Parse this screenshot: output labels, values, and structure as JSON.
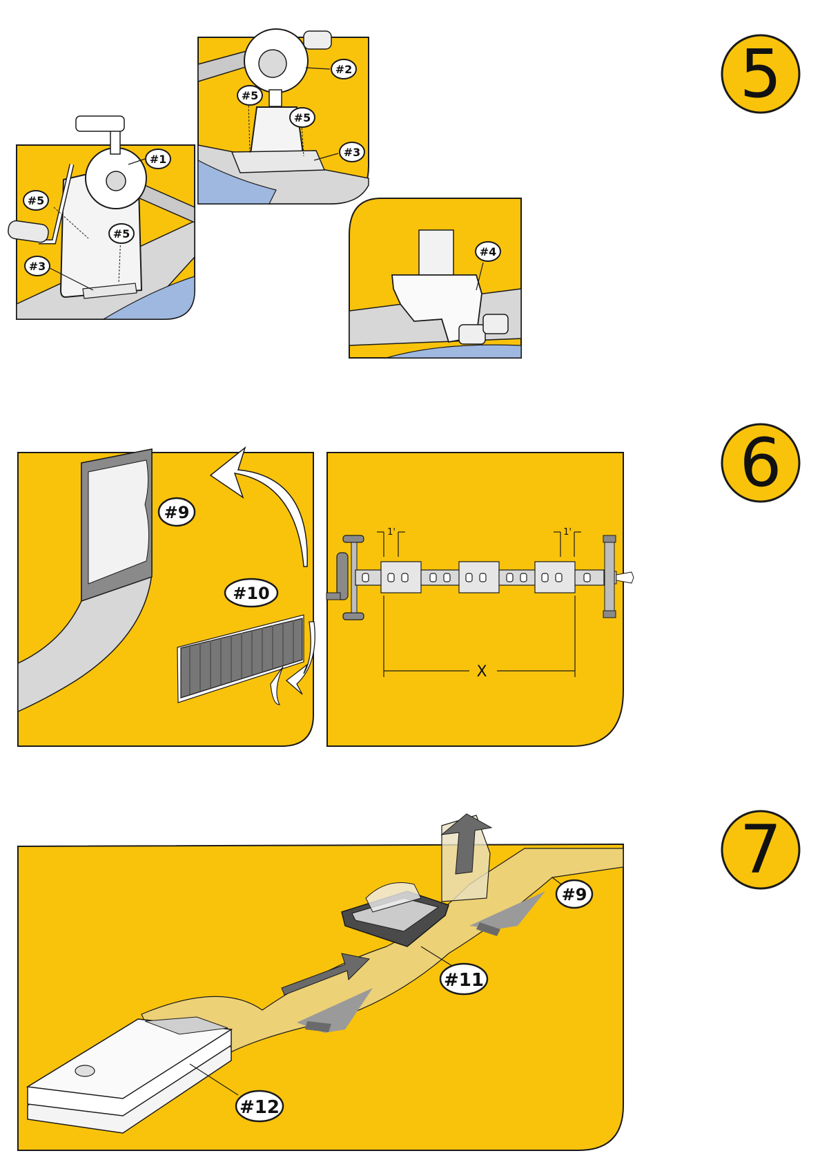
{
  "steps": [
    {
      "number": "5"
    },
    {
      "number": "6"
    },
    {
      "number": "7"
    }
  ],
  "step5": {
    "panel_a": {
      "callouts": [
        "#1",
        "#5",
        "#5",
        "#3"
      ]
    },
    "panel_b": {
      "callouts": [
        "#2",
        "#5",
        "#5",
        "#3"
      ]
    },
    "panel_c": {
      "callouts": [
        "#4"
      ]
    }
  },
  "step6": {
    "panel_a": {
      "callouts": [
        "#9",
        "#10"
      ]
    },
    "panel_b": {
      "dimension_small_left": "1'",
      "dimension_small_right": "1'",
      "dimension_span": "X"
    }
  },
  "step7": {
    "callouts": [
      "#9",
      "#11",
      "#12"
    ]
  },
  "colors": {
    "panel_yellow": "#F9C30C",
    "water_blue": "#9FB8E0",
    "deck_gray": "#D7D7D7",
    "arrow_gray": "#6A6A6A",
    "outline": "#1A1A1A"
  }
}
